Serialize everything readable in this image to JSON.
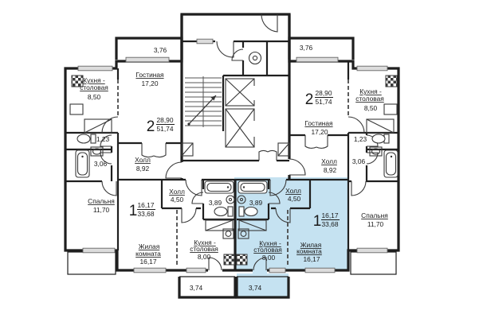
{
  "plan": {
    "highlight_color": "#c5e2f1",
    "balconies": {
      "top_left": "3,76",
      "top_right": "3,76",
      "bottom_left": "3,74",
      "bottom_right": "3,74"
    },
    "apartments": {
      "two_room_left": {
        "number": "2",
        "living_area": "28,90",
        "total_area": "51,74",
        "rooms": {
          "living": {
            "name": "Гостиная",
            "area": "17,20"
          },
          "kitchen": {
            "name_line1": "Кухня -",
            "name_line2": "столовая",
            "area": "8,50"
          },
          "hall": {
            "name": "Холл",
            "area": "8,92"
          },
          "wc": {
            "area": "1,23"
          },
          "bath": {
            "area": "3,06"
          },
          "bedroom": {
            "name": "Спальня",
            "area": "11,70"
          }
        }
      },
      "two_room_right": {
        "number": "2",
        "living_area": "28,90",
        "total_area": "51,74",
        "rooms": {
          "living": {
            "name": "Гостиная",
            "area": "17,20"
          },
          "kitchen": {
            "name_line1": "Кухня -",
            "name_line2": "столовая",
            "area": "8,50"
          },
          "hall": {
            "name": "Холл",
            "area": "8,92"
          },
          "wc": {
            "area": "1,23"
          },
          "bath": {
            "area": "3,06"
          },
          "bedroom": {
            "name": "Спальня",
            "area": "11,70"
          }
        }
      },
      "one_room_left": {
        "number": "1",
        "living_area": "16,17",
        "total_area": "33,68",
        "rooms": {
          "hall": {
            "name": "Холл",
            "area": "4,50"
          },
          "bath": {
            "area": "3,89"
          },
          "living": {
            "name_line1": "Жилая",
            "name_line2": "комната",
            "area": "16,17"
          },
          "kitchen": {
            "name_line1": "Кухня -",
            "name_line2": "столовая",
            "area": "8,00"
          }
        }
      },
      "one_room_right": {
        "number": "1",
        "living_area": "16,17",
        "total_area": "33,68",
        "highlighted": true,
        "rooms": {
          "hall": {
            "name": "Холл",
            "area": "4,50"
          },
          "bath": {
            "area": "3,89"
          },
          "living": {
            "name_line1": "Жилая",
            "name_line2": "комната",
            "area": "16,17"
          },
          "kitchen": {
            "name_line1": "Кухня -",
            "name_line2": "столовая",
            "area": "8,00"
          }
        }
      }
    }
  }
}
